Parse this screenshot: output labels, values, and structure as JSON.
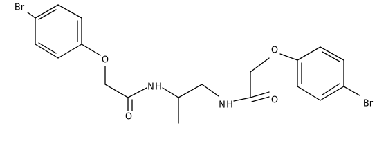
{
  "molecule": {
    "atoms": {
      "br_left": "Br",
      "o_ether_left": "O",
      "nh_left": "N",
      "h_left": "H",
      "o_carbonyl_left": "O",
      "nh_right": "N",
      "h_right": "H",
      "o_carbonyl_right": "O",
      "o_ether_right": "O",
      "br_right": "Br"
    }
  }
}
